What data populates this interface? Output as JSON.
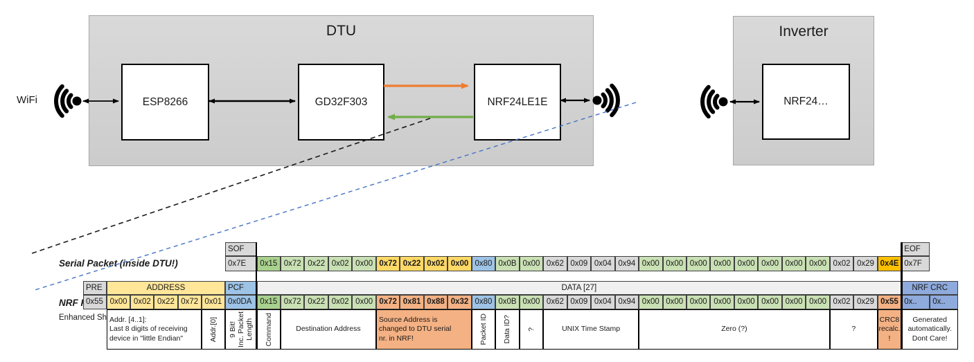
{
  "diagram": {
    "wifi_label": "WiFi",
    "dtu": {
      "title": "DTU",
      "chips": [
        {
          "id": "esp8266",
          "label": "ESP8266"
        },
        {
          "id": "gd32f303",
          "label": "GD32F303"
        },
        {
          "id": "nrf24le1e",
          "label": "NRF24LE1E"
        }
      ]
    },
    "inverter": {
      "title": "Inverter",
      "chip": {
        "id": "nrf24",
        "label": "NRF24…"
      }
    }
  },
  "colors": {
    "gray": "#d9d9d9",
    "hdr_light": "#f1f0f0",
    "yellow": "#ffe699",
    "gold": "#ffd966",
    "amber": "#ffc000",
    "salmon": "#f4b183",
    "blue": "#9dc3e6",
    "crcblue": "#8faadc",
    "green": "#c9e0b4",
    "green_dark": "#a9d18e",
    "arrow_black": "#000000",
    "arrow_orange": "#ED7D31",
    "arrow_green": "#70AD47",
    "dash_blue": "#4472C4",
    "dash_black": "#1a1a1a"
  },
  "packet_table": {
    "serial_label": "Serial Packet (inside DTU!)",
    "nrf_label": "NRF Packet",
    "nrf_sublabel": "Enhanced Shockburst",
    "rows": [
      {
        "row": 1,
        "kind": "hdr",
        "cell_name": "serial-header-cell",
        "cells": [
          {
            "c": 7,
            "t": "SOF",
            "bg": "gray",
            "f": "l",
            "n": "serial-sof-header"
          },
          {
            "c": 35,
            "t": "EOF",
            "bg": "gray",
            "f": "l",
            "n": "serial-eof-header"
          }
        ]
      },
      {
        "row": 2,
        "kind": "data",
        "cell_name": "serial-byte-cell",
        "cells": [
          {
            "c": 7,
            "t": "0x7E",
            "bg": "gray",
            "f": "l",
            "n": "serial-sof-byte"
          },
          {
            "c": 8,
            "t": "0x15",
            "bg": "green_dark"
          },
          {
            "c": 9,
            "t": "0x72",
            "bg": "green"
          },
          {
            "c": 10,
            "t": "0x22",
            "bg": "green"
          },
          {
            "c": 11,
            "t": "0x02",
            "bg": "green"
          },
          {
            "c": 12,
            "t": "0x00",
            "bg": "green"
          },
          {
            "c": 13,
            "t": "0x72",
            "bg": "gold",
            "f": "b"
          },
          {
            "c": 14,
            "t": "0x22",
            "bg": "gold",
            "f": "b"
          },
          {
            "c": 15,
            "t": "0x02",
            "bg": "gold",
            "f": "b"
          },
          {
            "c": 16,
            "t": "0x00",
            "bg": "gold",
            "f": "b"
          },
          {
            "c": 17,
            "t": "0x80",
            "bg": "blue"
          },
          {
            "c": 18,
            "t": "0x0B",
            "bg": "green"
          },
          {
            "c": 19,
            "t": "0x00",
            "bg": "green"
          },
          {
            "c": 20,
            "t": "0x62",
            "bg": "gray"
          },
          {
            "c": 21,
            "t": "0x09",
            "bg": "gray"
          },
          {
            "c": 22,
            "t": "0x04",
            "bg": "gray"
          },
          {
            "c": 23,
            "t": "0x94",
            "bg": "gray"
          },
          {
            "c": 24,
            "t": "0x00",
            "bg": "green"
          },
          {
            "c": 25,
            "t": "0x00",
            "bg": "green"
          },
          {
            "c": 26,
            "t": "0x00",
            "bg": "green"
          },
          {
            "c": 27,
            "t": "0x00",
            "bg": "green"
          },
          {
            "c": 28,
            "t": "0x00",
            "bg": "green"
          },
          {
            "c": 29,
            "t": "0x00",
            "bg": "green"
          },
          {
            "c": 30,
            "t": "0x00",
            "bg": "green"
          },
          {
            "c": 31,
            "t": "0x00",
            "bg": "green"
          },
          {
            "c": 32,
            "t": "0x02",
            "bg": "gray"
          },
          {
            "c": 33,
            "t": "0x29",
            "bg": "gray"
          },
          {
            "c": 34,
            "t": "0x4E",
            "bg": "amber",
            "f": "b"
          },
          {
            "c": 35,
            "t": "0x7F",
            "bg": "gray",
            "f": "l",
            "n": "serial-eof-byte"
          }
        ]
      },
      {
        "row": 4,
        "kind": "hdr",
        "cell_name": "nrf-header-cell",
        "cells": [
          {
            "c": 1,
            "t": "PRE",
            "bg": "gray",
            "f": "l",
            "n": "nrf-pre-header"
          },
          {
            "c": 2,
            "s": 5,
            "t": "ADDRESS",
            "bg": "yellow",
            "n": "nrf-address-header"
          },
          {
            "c": 7,
            "t": "PCF",
            "bg": "blue",
            "f": "l",
            "n": "nrf-pcf-header"
          },
          {
            "c": 8,
            "s": 27,
            "t": "DATA [27]",
            "bg": "hdr_light",
            "n": "nrf-data-header"
          },
          {
            "c": 35,
            "s": 2,
            "t": "NRF CRC",
            "bg": "crcblue",
            "n": "nrf-crc-header"
          }
        ]
      },
      {
        "row": 5,
        "kind": "data",
        "cell_name": "nrf-byte-cell",
        "cells": [
          {
            "c": 1,
            "t": "0x55",
            "bg": "gray",
            "f": "l",
            "n": "nrf-preamble-byte"
          },
          {
            "c": 2,
            "t": "0x00",
            "bg": "yellow"
          },
          {
            "c": 3,
            "t": "0x02",
            "bg": "yellow"
          },
          {
            "c": 4,
            "t": "0x22",
            "bg": "yellow"
          },
          {
            "c": 5,
            "t": "0x72",
            "bg": "yellow"
          },
          {
            "c": 6,
            "t": "0x01",
            "bg": "yellow"
          },
          {
            "c": 7,
            "t": "0x0DA",
            "bg": "blue",
            "f": "l",
            "n": "nrf-pcf-byte"
          },
          {
            "c": 8,
            "t": "0x15",
            "bg": "green_dark"
          },
          {
            "c": 9,
            "t": "0x72",
            "bg": "green"
          },
          {
            "c": 10,
            "t": "0x22",
            "bg": "green"
          },
          {
            "c": 11,
            "t": "0x02",
            "bg": "green"
          },
          {
            "c": 12,
            "t": "0x00",
            "bg": "green"
          },
          {
            "c": 13,
            "t": "0x72",
            "bg": "salmon",
            "f": "b"
          },
          {
            "c": 14,
            "t": "0x81",
            "bg": "salmon",
            "f": "b"
          },
          {
            "c": 15,
            "t": "0x88",
            "bg": "salmon",
            "f": "b"
          },
          {
            "c": 16,
            "t": "0x32",
            "bg": "salmon",
            "f": "b"
          },
          {
            "c": 17,
            "t": "0x80",
            "bg": "blue"
          },
          {
            "c": 18,
            "t": "0x0B",
            "bg": "green"
          },
          {
            "c": 19,
            "t": "0x00",
            "bg": "green"
          },
          {
            "c": 20,
            "t": "0x62",
            "bg": "gray"
          },
          {
            "c": 21,
            "t": "0x09",
            "bg": "gray"
          },
          {
            "c": 22,
            "t": "0x04",
            "bg": "gray"
          },
          {
            "c": 23,
            "t": "0x94",
            "bg": "gray"
          },
          {
            "c": 24,
            "t": "0x00",
            "bg": "green"
          },
          {
            "c": 25,
            "t": "0x00",
            "bg": "green"
          },
          {
            "c": 26,
            "t": "0x00",
            "bg": "green"
          },
          {
            "c": 27,
            "t": "0x00",
            "bg": "green"
          },
          {
            "c": 28,
            "t": "0x00",
            "bg": "green"
          },
          {
            "c": 29,
            "t": "0x00",
            "bg": "green"
          },
          {
            "c": 30,
            "t": "0x00",
            "bg": "green"
          },
          {
            "c": 31,
            "t": "0x00",
            "bg": "green"
          },
          {
            "c": 32,
            "t": "0x02",
            "bg": "gray"
          },
          {
            "c": 33,
            "t": "0x29",
            "bg": "gray"
          },
          {
            "c": 34,
            "t": "0x55",
            "bg": "salmon",
            "f": "b"
          },
          {
            "c": 35,
            "t": "0x..",
            "bg": "crcblue",
            "f": "l",
            "n": "nrf-crc-byte"
          },
          {
            "c": 36,
            "t": "0x..",
            "bg": "crcblue",
            "f": "l",
            "n": "nrf-crc-byte"
          }
        ]
      },
      {
        "row": 6,
        "kind": "ann",
        "cell_name": "annotation-cell",
        "cells": [
          {
            "c": 2,
            "s": 4,
            "t": "Addr. [4..1]:\nLast 8 digits of receiving\ndevice in \"little Endian\"",
            "f": "l",
            "n": "annotation-addr-4-1"
          },
          {
            "c": 6,
            "t": "Addr.[0]",
            "f": "v",
            "n": "annotation-addr-0"
          },
          {
            "c": 7,
            "t": "9 Bit!\nInc. Packet\nLength",
            "f": "v",
            "n": "annotation-pcf"
          },
          {
            "c": 8,
            "t": "Command",
            "f": "v",
            "n": "annotation-command"
          },
          {
            "c": 9,
            "s": 4,
            "t": "Destination Address",
            "n": "annotation-destination-address"
          },
          {
            "c": 13,
            "s": 4,
            "t": "Source Address is\nchanged to DTU serial\nnr. in NRF!",
            "bg": "salmon",
            "f": "l",
            "n": "annotation-source-address"
          },
          {
            "c": 17,
            "t": "Packet ID",
            "f": "v",
            "n": "annotation-packet-id"
          },
          {
            "c": 18,
            "t": "Data ID?",
            "f": "v",
            "n": "annotation-data-id"
          },
          {
            "c": 19,
            "t": "?",
            "f": "v",
            "n": "annotation-question"
          },
          {
            "c": 20,
            "s": 4,
            "t": "UNIX Time Stamp",
            "n": "annotation-unix-timestamp"
          },
          {
            "c": 24,
            "s": 8,
            "t": "Zero (?)",
            "n": "annotation-zero"
          },
          {
            "c": 32,
            "s": 2,
            "t": "?",
            "n": "annotation-question"
          },
          {
            "c": 34,
            "t": "CRC8\nrecalc.\n!",
            "bg": "salmon",
            "n": "annotation-crc8"
          },
          {
            "c": 35,
            "s": 2,
            "t": "Generated\nautomatically.\nDont Care!",
            "n": "annotation-nrf-crc"
          }
        ]
      }
    ]
  }
}
